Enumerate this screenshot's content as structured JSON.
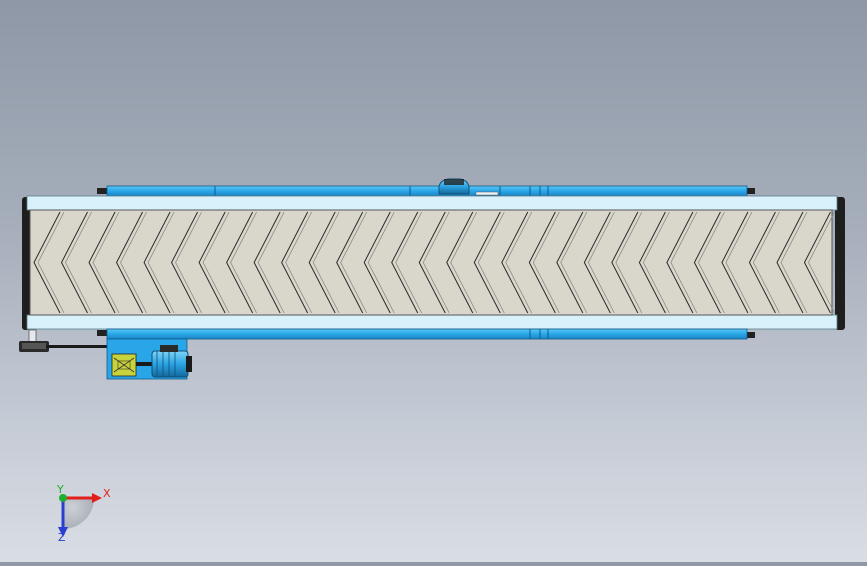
{
  "viewport": {
    "background_top": "#8e98a6",
    "background_bottom": "#d9dde4"
  },
  "model": {
    "frame_color": "#29a6e8",
    "frame_dark": "#1b6fa8",
    "rail_color": "#d8f1fb",
    "belt_color": "#d9d6cc",
    "chevron_color": "#2b2b2b",
    "roller_color": "#1e1e1e",
    "gearbox_color": "#c8d23a",
    "chevron_count": 29
  },
  "triad": {
    "x_label": "X",
    "y_label": "Y",
    "z_label": "Z",
    "x_color": "#e0201b",
    "y_color": "#1fae2e",
    "z_color": "#2a3fd0"
  }
}
